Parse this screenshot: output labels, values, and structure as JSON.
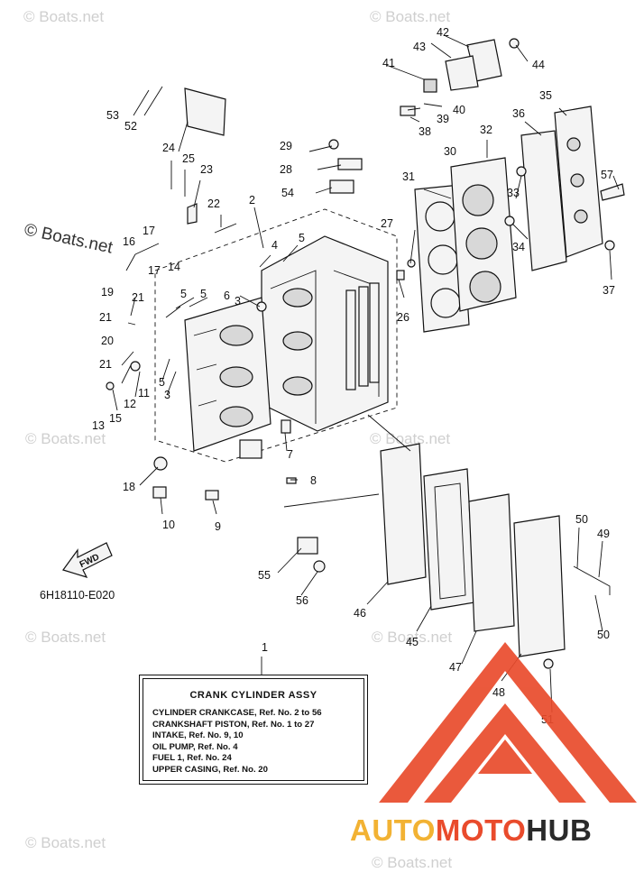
{
  "watermark": {
    "text": "© Boats.net"
  },
  "diagram_code": "6H18110-E020",
  "fwd_label": "FWD",
  "legend": {
    "number": "1",
    "title": "CRANK CYLINDER ASSY",
    "lines": [
      "CYLINDER CRANKCASE,  Ref. No. 2 to 56",
      "CRANKSHAFT PISTON,  Ref. No. 1 to 27",
      "INTAKE,  Ref. No. 9, 10",
      "OIL PUMP,  Ref. No. 4",
      "FUEL 1,  Ref. No. 24",
      "UPPER CASING,  Ref. No. 20"
    ]
  },
  "brand": {
    "part1": "AUTO",
    "part2": "MOTO",
    "part3": "HUB",
    "color1": "#f2b233",
    "color2": "#e94b2c",
    "color3": "#2a2a2a"
  },
  "callouts": [
    "1",
    "2",
    "3",
    "3",
    "4",
    "5",
    "5",
    "5",
    "5",
    "6",
    "7",
    "8",
    "9",
    "10",
    "11",
    "12",
    "13",
    "14",
    "15",
    "16",
    "17",
    "17",
    "18",
    "19",
    "20",
    "21",
    "21",
    "21",
    "22",
    "23",
    "24",
    "25",
    "26",
    "27",
    "28",
    "29",
    "30",
    "31",
    "32",
    "33",
    "34",
    "35",
    "36",
    "37",
    "38",
    "39",
    "40",
    "41",
    "42",
    "43",
    "44",
    "45",
    "46",
    "47",
    "48",
    "49",
    "50",
    "50",
    "51",
    "52",
    "53",
    "54",
    "55",
    "56",
    "57"
  ]
}
